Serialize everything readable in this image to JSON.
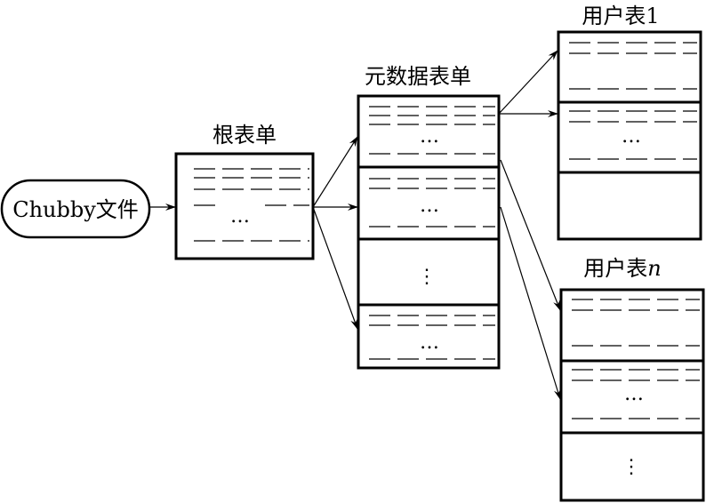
{
  "chubby": {
    "label": "Chubby文件"
  },
  "root": {
    "title": "根表单",
    "ellipsis": "…"
  },
  "meta": {
    "title": "元数据表单",
    "ellipsis": "…",
    "vellipsis": "⋮"
  },
  "user1": {
    "title_main": "用户表",
    "title_suffix": "1",
    "ellipsis": "…"
  },
  "usern": {
    "title_main": "用户表",
    "title_suffix": "n",
    "ellipsis": "…",
    "vellipsis": "⋮"
  }
}
